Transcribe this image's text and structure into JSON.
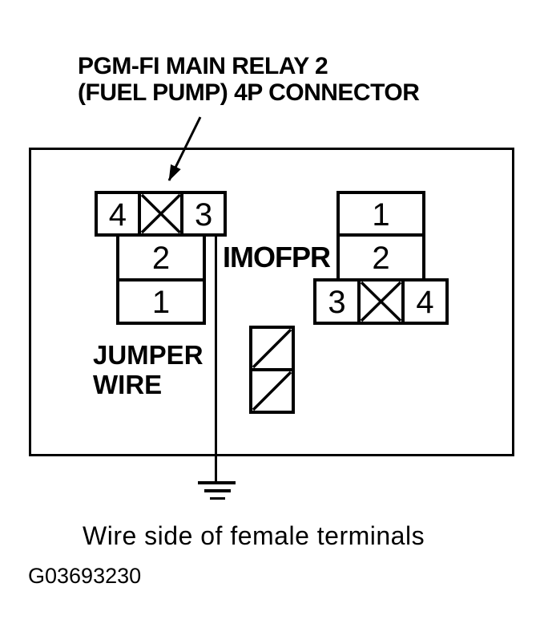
{
  "colors": {
    "ink": "#000000",
    "background": "#ffffff"
  },
  "title": {
    "line1": "PGM-FI MAIN RELAY 2",
    "line2": "(FUEL PUMP) 4P CONNECTOR"
  },
  "connector_left": {
    "terminal_4": "4",
    "terminal_3": "3",
    "terminal_2": "2",
    "terminal_1": "1",
    "label_line1": "JUMPER",
    "label_line2": "WIRE"
  },
  "connector_right": {
    "label": "IMOFPR",
    "terminal_1": "1",
    "terminal_2": "2",
    "terminal_3": "3",
    "terminal_4": "4"
  },
  "caption": "Wire side of female terminals",
  "figure_id": "G03693230"
}
